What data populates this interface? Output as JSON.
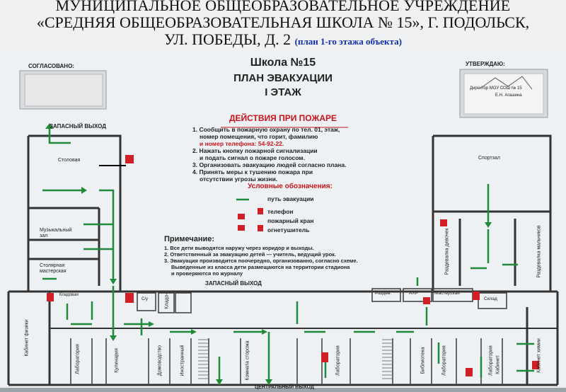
{
  "caption": {
    "line1": "МУНИЦИПАЛЬНОЕ ОБЩЕОБРАЗОВАТЕЛЬНОЕ УЧРЕЖДЕНИЕ",
    "line2": "«СРЕДНЯЯ ОБЩЕОБРАЗОВАТЕЛЬНАЯ ШКОЛА № 15», Г. ПОДОЛЬСК,",
    "line3": "УЛ. ПОБЕДЫ, Д. 2",
    "note": "(план 1-го этажа объекта)"
  },
  "board": {
    "approved_left": "СОГЛАСОВАНО:",
    "approved_right": "УТВЕРЖДАЮ:",
    "approver": "Директор МОУ СОШ № 15",
    "approver_name": "Е.Н. Агашина",
    "title1": "Школа №15",
    "title2": "ПЛАН ЭВАКУАЦИИ",
    "title3": "I ЭТАЖ",
    "fire_header": "ДЕЙСТВИЯ ПРИ ПОЖАРЕ",
    "fire_steps": [
      "1. Сообщить в пожарную охрану по тел. 01, этаж,",
      "номер помещения, что горит, фамилию",
      "и номер телефона: 54-92-22.",
      "2. Нажать кнопку пожарной сигнализации",
      "и подать сигнал о пожаре голосом.",
      "3. Организовать эвакуацию людей согласно плана.",
      "4. Принять меры к тушению пожара при",
      "отсутствии угрозы жизни."
    ],
    "legend_header": "Условные обозначения:",
    "legend": [
      "путь эвакуации",
      "телефон",
      "пожарный кран",
      "огнетушитель"
    ],
    "note_header": "Примечание:",
    "notes": [
      "1. Все дети выводятся наружу через коридор и выходы.",
      "2. Ответственный за эвакуацию детей — учитель, ведущий урок.",
      "3. Эвакуация производится поочередно, организованно, согласно схеме.",
      "Выведенные из класса дети размещаются на территории стадиона",
      "и проверяются по журналу"
    ],
    "exit_top": "ЗАПАСНЫЙ ВЫХОД",
    "exit_mid": "ЗАПАСНЫЙ ВЫХОД",
    "exit_bottom": "ЦЕНТРАЛЬНЫЙ ВЫХОД",
    "rooms": {
      "canteen": "Столовая",
      "music1": "Музыкальный",
      "music2": "зал",
      "joiner1": "Столярная",
      "joiner2": "мастерская",
      "gym": "Спортзал",
      "storage": "Кладовая",
      "wc": "С/у",
      "pantry": "Кладо-",
      "physics": "Кабинет физики",
      "lab1": "Лаборатория",
      "kitchen": "Кулинария",
      "home": "Домоводство",
      "foreign": "Иностранный",
      "guard": "Комната сторожа",
      "lab2": "Лаборатория",
      "library": "Библиотека",
      "dress": "Раздев.",
      "ahr": "АХР",
      "workshop": "Мастерская",
      "warehouse": "Склад",
      "girls": "Раздевалка девочек",
      "boys": "Раздевалка мальчиков",
      "chemistry": "Кабинет химии",
      "lab3": "Лаборатория",
      "lab4": "Лаборатория",
      "cab": "Кабинет"
    }
  }
}
